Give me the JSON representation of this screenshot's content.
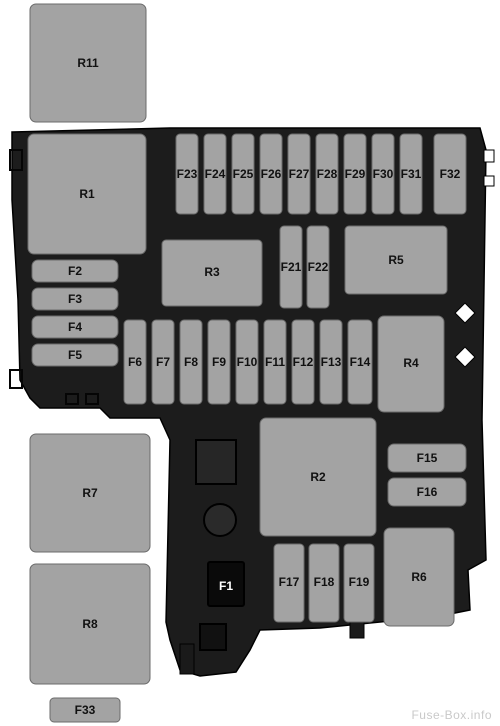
{
  "components": {
    "R11": "R11",
    "R1": "R1",
    "R3": "R3",
    "R5": "R5",
    "R4": "R4",
    "R2": "R2",
    "R6": "R6",
    "R7": "R7",
    "R8": "R8",
    "F1": "F1",
    "F2": "F2",
    "F3": "F3",
    "F4": "F4",
    "F5": "F5",
    "F6": "F6",
    "F7": "F7",
    "F8": "F8",
    "F9": "F9",
    "F10": "F10",
    "F11": "F11",
    "F12": "F12",
    "F13": "F13",
    "F14": "F14",
    "F15": "F15",
    "F16": "F16",
    "F17": "F17",
    "F18": "F18",
    "F19": "F19",
    "F21": "F21",
    "F22": "F22",
    "F23": "F23",
    "F24": "F24",
    "F25": "F25",
    "F26": "F26",
    "F27": "F27",
    "F28": "F28",
    "F29": "F29",
    "F30": "F30",
    "F31": "F31",
    "F32": "F32",
    "F33": "F33"
  },
  "watermark": "Fuse-Box.info"
}
